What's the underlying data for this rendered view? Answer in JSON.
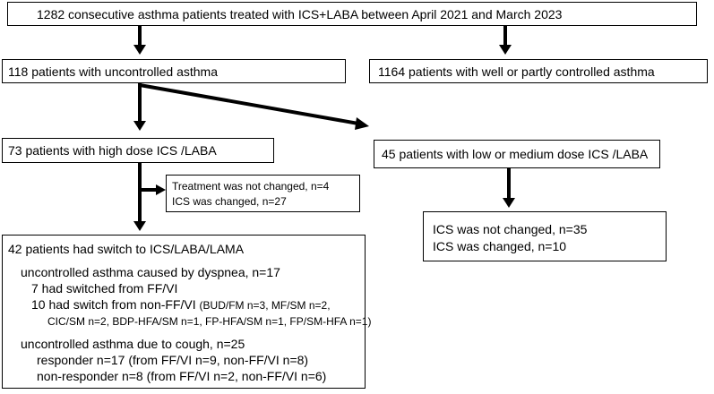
{
  "boxes": {
    "top": "1282 consecutive asthma patients  treated with ICS+LABA between April 2021 and March 2023",
    "uncontrolled": "118 patients with uncontrolled asthma",
    "controlled": "1164 patients with well or partly controlled asthma",
    "high_dose": "73 patients with high dose ICS /LABA",
    "low_medium": "45 patients with low or medium dose ICS /LABA",
    "excluded": {
      "line1": "Treatment was not changed, n=4",
      "line2": "ICS was changed, n=27"
    },
    "low_medium_outcome": {
      "line1": "ICS was not changed, n=35",
      "line2": "ICS was changed, n=10"
    },
    "switch": {
      "title": "42 patients had  switch to ICS/LABA/LAMA",
      "dyspnea_header": "uncontrolled asthma caused by dyspnea, n=17",
      "ffvi": "7 had switched from FF/VI",
      "nonffvi": "10 had switch from non-FF/VI",
      "nonffvi_detail_1": "(BUD/FM n=3, MF/SM n=2,",
      "nonffvi_detail_2": "CIC/SM n=2, BDP-HFA/SM n=1, FP-HFA/SM n=1,  FP/SM-HFA n=1)",
      "cough_header": "uncontrolled asthma due to cough, n=25",
      "responder": "responder n=17 (from FF/VI n=9, non-FF/VI n=8)",
      "nonresponder": "non-responder n=8 (from FF/VI n=2, non-FF/VI n=6)"
    }
  }
}
